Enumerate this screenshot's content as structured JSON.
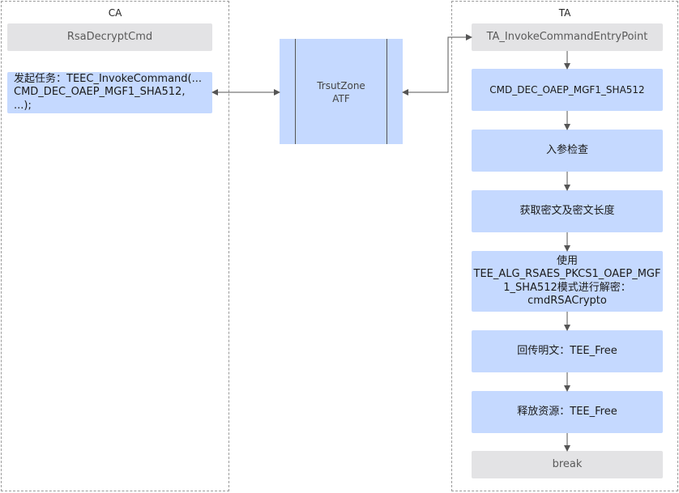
{
  "ca": {
    "title": "CA",
    "cmd": "RsaDecryptCmd",
    "task_line1": "发起任务：TEEC_InvokeCommand(...",
    "task_line2": "CMD_DEC_OAEP_MGF1_SHA512, ...);"
  },
  "trustzone": {
    "line1": "TrsutZone",
    "line2": "ATF"
  },
  "ta": {
    "title": "TA",
    "entry": "TA_InvokeCommandEntryPoint",
    "cmd": "CMD_DEC_OAEP_MGF1_SHA512",
    "check": "入参检查",
    "get": "获取密文及密文长度",
    "decrypt_line1": "使用",
    "decrypt_line2": "TEE_ALG_RSAES_PKCS1_OAEP_MGF",
    "decrypt_line3": "1_SHA512模式进行解密：",
    "decrypt_line4": "cmdRSACrypto",
    "return": "回传明文：TEE_Free",
    "release": "释放资源：TEE_Free",
    "end": "break"
  },
  "colors": {
    "blue_box": "#c5d9ff",
    "gray_box": "#e3e3e5",
    "connector": "#555555"
  }
}
